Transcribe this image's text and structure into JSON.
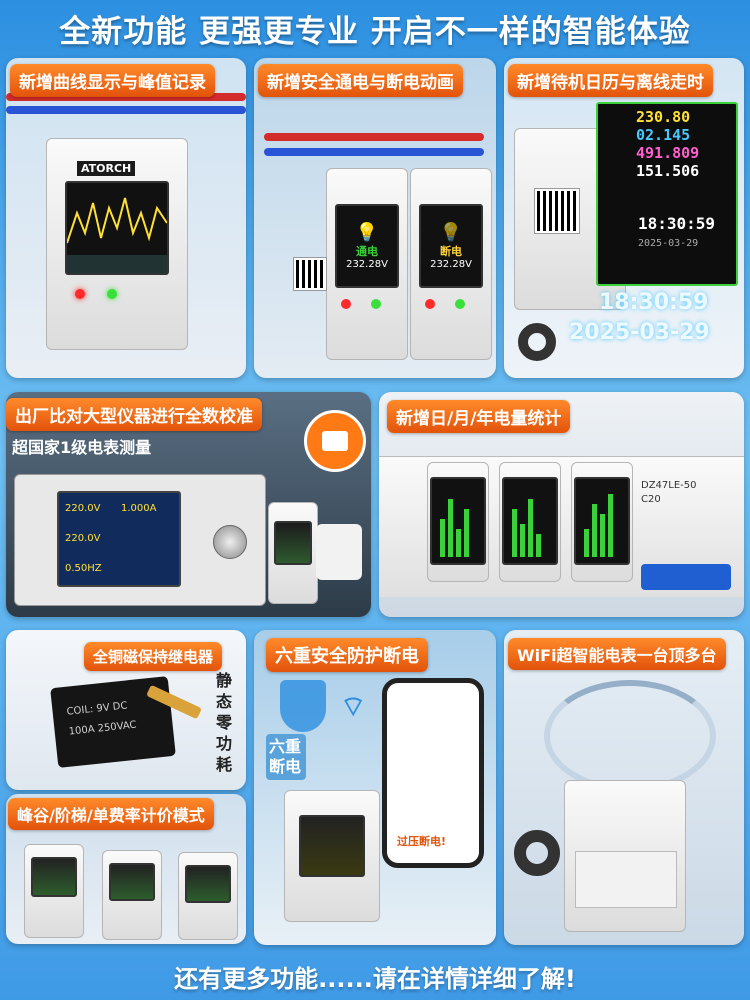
{
  "header": {
    "title": "全新功能 更强更专业 开启不一样的智能体验"
  },
  "panels": {
    "curve": {
      "tag": "新增曲线显示与峰值记录"
    },
    "safety": {
      "tag": "新增安全通电与断电动画",
      "status_on": "通电",
      "status_off": "断电",
      "voltage": "232.28V"
    },
    "standby": {
      "tag": "新增待机日历与离线走时",
      "readings": [
        "230.80",
        "02.145",
        "491.809",
        "151.506"
      ],
      "time": "18:30:59",
      "date": "2025-03-29"
    },
    "calib": {
      "tag": "出厂比对大型仪器进行全数校准",
      "sub": "超国家1级电表测量",
      "inst_values": [
        "220.0V",
        "1.000A",
        "220.0V",
        "0.50HZ"
      ]
    },
    "energy": {
      "tag": "新增日/月/年电量统计",
      "breaker": "DZ47LE-50",
      "breaker_rating": "C20"
    },
    "relay": {
      "tag": "全铜磁保持继电器",
      "side_text": "静态零功耗",
      "coil": "COIL: 9V DC",
      "rating": "100A 250VAC"
    },
    "protect": {
      "tag": "六重安全防护断电",
      "badge": "六重断电",
      "alert": "过压断电!"
    },
    "wifi": {
      "tag": "WiFi超智能电表一台顶多台"
    },
    "pricing": {
      "tag": "峰谷/阶梯/单费率计价模式"
    }
  },
  "colors": {
    "tag_orange": "#e2530b",
    "screen_green": "#3ad13a",
    "brand_blue": "#2c8fe0"
  },
  "footer": {
    "text": "还有更多功能......请在详情详细了解!"
  }
}
